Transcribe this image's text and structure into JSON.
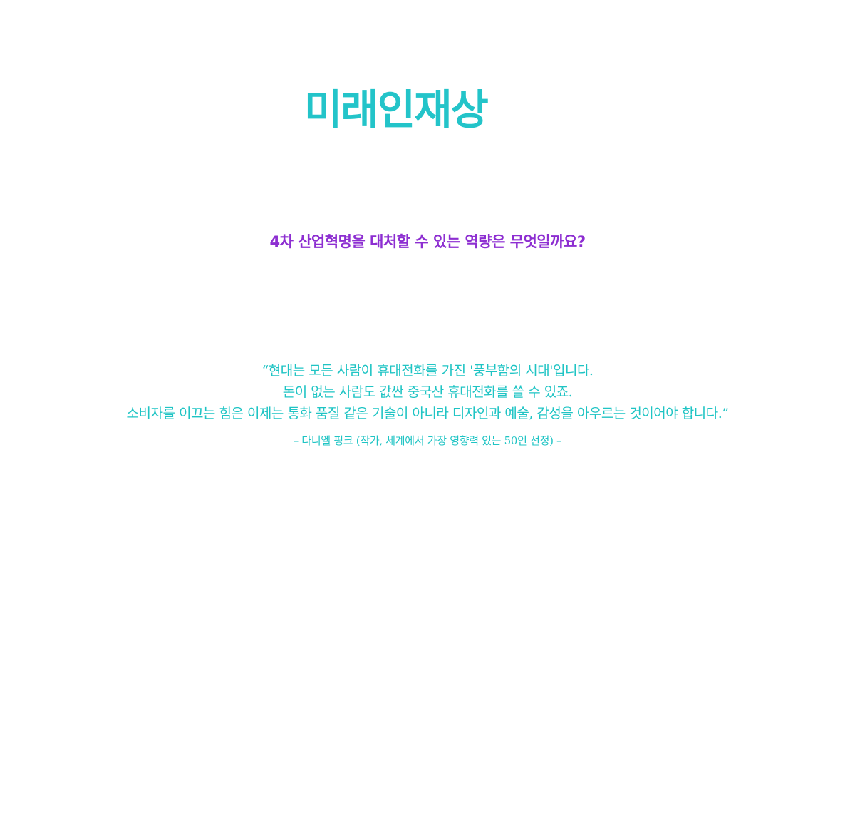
{
  "colors": {
    "title": "#23c4c9",
    "question": "#8d2ed1",
    "quote": "#1fc4c4",
    "background": "#ffffff"
  },
  "header": {
    "title": "미래인재상"
  },
  "intro": {
    "question": "4차 산업혁명을 대처할 수 있는 역량은 무엇일까요?"
  },
  "quote": {
    "lines": [
      "“현대는 모든 사람이 휴대전화를 가진 '풍부함의 시대'입니다.",
      "돈이 없는 사람도 값싼 중국산 휴대전화를 쓸 수 있죠.",
      "소비자를 이끄는 힘은 이제는 통화 품질 같은 기술이 아니라 디자인과 예술, 감성을 아우르는 것이어야 합니다.”"
    ],
    "attribution": "– 다니엘 핑크 (작가, 세계에서 가장 영향력 있는 50인 선정) –"
  }
}
